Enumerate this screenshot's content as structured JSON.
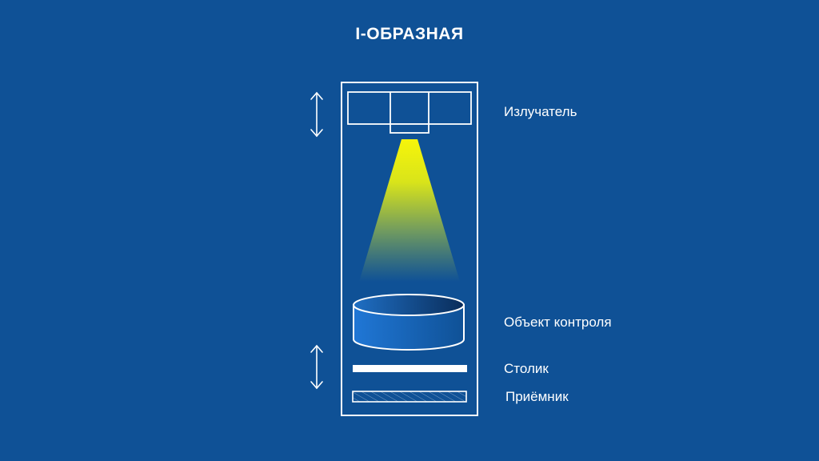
{
  "title": "I-ОБРАЗНАЯ",
  "labels": {
    "emitter": "Излучатель",
    "object": "Объект контроля",
    "table": "Столик",
    "detector": "Приёмник"
  },
  "colors": {
    "background": "#0f5196",
    "line": "#ffffff",
    "beam_top": "#f6f50a",
    "beam_bottom": "#0f5196",
    "object_left": "#1f76d3",
    "object_right": "#0f5196"
  },
  "icons": {
    "emitter_arrow": "double-arrow-vertical-icon",
    "table_arrow": "double-arrow-vertical-icon"
  }
}
